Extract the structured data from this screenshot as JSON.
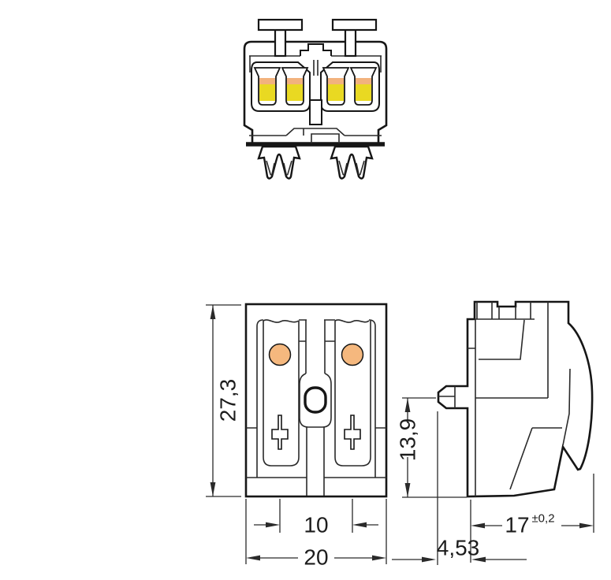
{
  "drawing": {
    "kind": "terminal-block dimensional drawing",
    "views": {
      "front_view": "front view with push buttons and snap-in feet",
      "plan_view": "top view with wire entry ports",
      "side_view": "side profile with mounting latch"
    }
  },
  "dimensions": {
    "plan_height": {
      "value": "27,3"
    },
    "foot_spacing": {
      "value": "10"
    },
    "overall_width": {
      "value": "20"
    },
    "latch_height": {
      "value": "13,9"
    },
    "overall_depth": {
      "value": "17",
      "tolerance": "±0,2"
    },
    "latch_offset": {
      "value": "4,53"
    }
  },
  "colors": {
    "outline": "#161616",
    "wire_port_yellow": "#e9d922",
    "wire_port_orange": "#f2b27d",
    "entry_hole_orange": "#f5b87e"
  }
}
